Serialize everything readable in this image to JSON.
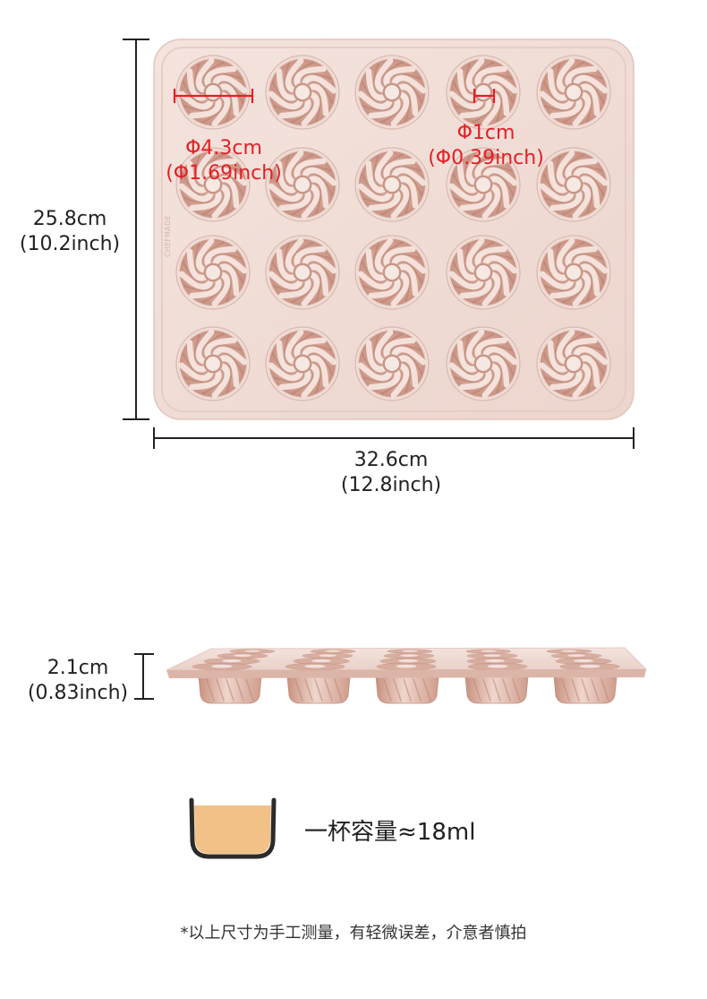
{
  "top_view": {
    "width_label": "25.8cm",
    "width_label_inch": "(10.2inch)",
    "length_label": "32.6cm",
    "length_label_inch": "(12.8inch)",
    "embossed_brand": "CHEFMADE"
  },
  "cavity_annotations": {
    "cavity_diameter": "Φ4.3cm",
    "cavity_diameter_inch": "(Φ1.69inch)",
    "center_hole_diameter": "Φ1cm",
    "center_hole_diameter_inch": "(Φ0.39inch)"
  },
  "side_view": {
    "height_label": "2.1cm",
    "height_label_inch": "(0.83inch)"
  },
  "capacity": {
    "icon": "cup-icon",
    "label": "一杯容量≈18ml"
  },
  "footnote": "*以上尺寸为手工测量，有轻微误差，介意者慎拍",
  "colors": {
    "pan": "#f0dcd5",
    "annotation_red": "#e61e25",
    "dimension_line": "#222222",
    "cup_fill": "#f2c187",
    "cup_outline": "#2b2b2b"
  }
}
